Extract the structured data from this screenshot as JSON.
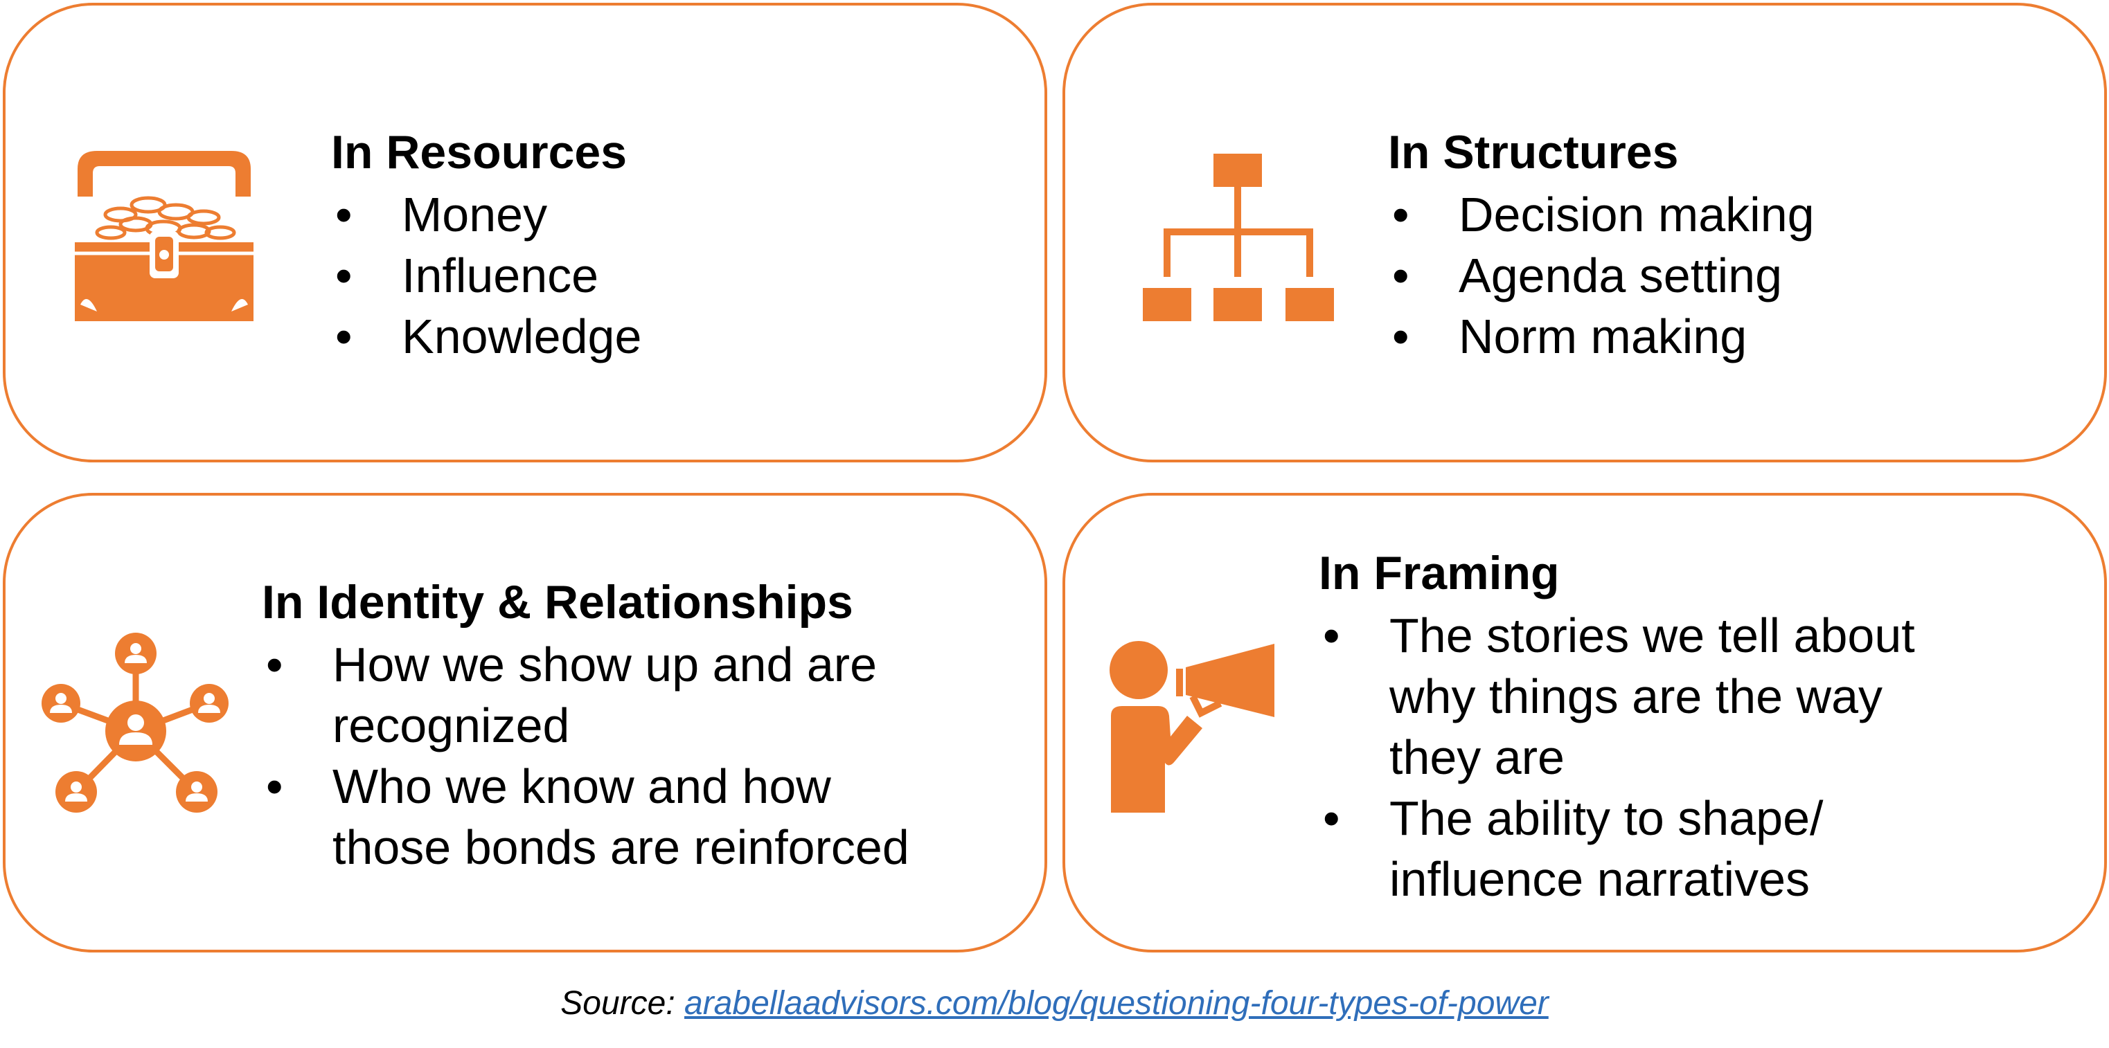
{
  "accent_color": "#ED7D31",
  "link_color": "#2F6EBA",
  "bullet_glyph": "•",
  "cards": {
    "resources": {
      "icon": "treasure-chest-icon",
      "title": "In Resources",
      "items": [
        "Money",
        "Influence",
        "Knowledge"
      ]
    },
    "structures": {
      "icon": "org-chart-icon",
      "title": "In Structures",
      "items": [
        "Decision making",
        "Agenda setting",
        "Norm making"
      ]
    },
    "identity": {
      "icon": "network-people-icon",
      "title": "In Identity & Relationships",
      "items": [
        [
          "How we show up and are",
          "recognized"
        ],
        [
          "Who we know and how",
          "those bonds are reinforced"
        ]
      ]
    },
    "framing": {
      "icon": "megaphone-person-icon",
      "title": "In Framing",
      "items": [
        [
          "The stories we tell about",
          "why things are the way",
          "they are"
        ],
        [
          "The ability to shape/",
          "influence narratives"
        ]
      ]
    }
  },
  "source": {
    "label": "Source:",
    "link_text": "arabellaadvisors.com/blog/questioning-four-types-of-power"
  }
}
